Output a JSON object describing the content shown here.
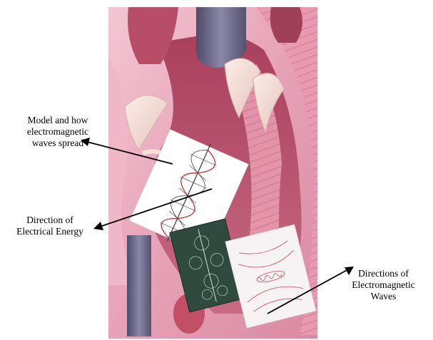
{
  "labels": {
    "model_spread": [
      "Model and how",
      "electromagnetic",
      "waves spread"
    ],
    "electrical_direction": [
      "Direction of",
      "Electrical Energy"
    ],
    "em_directions": [
      "Directions of",
      "Electromagnetic",
      "Waves"
    ]
  },
  "colors": {
    "heart_tissue": "#e7a2b8",
    "heart_inner": "#c25a76",
    "vessel": "#6f6c8c",
    "arrow": "#000000",
    "helix": "#c0302e"
  }
}
